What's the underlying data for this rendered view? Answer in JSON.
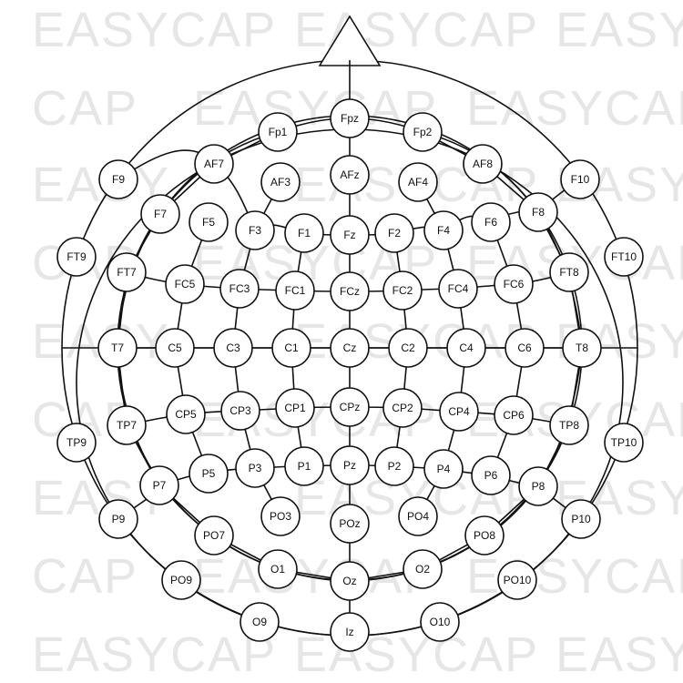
{
  "watermark": {
    "text_full": "EASYCAP",
    "text_left": "EASY",
    "text_right": "CAP"
  },
  "electrodes": [
    {
      "id": "Fpz"
    },
    {
      "id": "Fp1"
    },
    {
      "id": "Fp2"
    },
    {
      "id": "AF7"
    },
    {
      "id": "AF3"
    },
    {
      "id": "AFz"
    },
    {
      "id": "AF4"
    },
    {
      "id": "AF8"
    },
    {
      "id": "F9"
    },
    {
      "id": "F7"
    },
    {
      "id": "F5"
    },
    {
      "id": "F3"
    },
    {
      "id": "F1"
    },
    {
      "id": "Fz"
    },
    {
      "id": "F2"
    },
    {
      "id": "F4"
    },
    {
      "id": "F6"
    },
    {
      "id": "F8"
    },
    {
      "id": "F10"
    },
    {
      "id": "FT9"
    },
    {
      "id": "FT7"
    },
    {
      "id": "FC5"
    },
    {
      "id": "FC3"
    },
    {
      "id": "FC1"
    },
    {
      "id": "FCz"
    },
    {
      "id": "FC2"
    },
    {
      "id": "FC4"
    },
    {
      "id": "FC6"
    },
    {
      "id": "FT8"
    },
    {
      "id": "FT10"
    },
    {
      "id": "T7"
    },
    {
      "id": "C5"
    },
    {
      "id": "C3"
    },
    {
      "id": "C1"
    },
    {
      "id": "Cz"
    },
    {
      "id": "C2"
    },
    {
      "id": "C4"
    },
    {
      "id": "C6"
    },
    {
      "id": "T8"
    },
    {
      "id": "TP9"
    },
    {
      "id": "TP7"
    },
    {
      "id": "CP5"
    },
    {
      "id": "CP3"
    },
    {
      "id": "CP1"
    },
    {
      "id": "CPz"
    },
    {
      "id": "CP2"
    },
    {
      "id": "CP4"
    },
    {
      "id": "CP6"
    },
    {
      "id": "TP8"
    },
    {
      "id": "TP10"
    },
    {
      "id": "P9"
    },
    {
      "id": "P7"
    },
    {
      "id": "P5"
    },
    {
      "id": "P3"
    },
    {
      "id": "P1"
    },
    {
      "id": "Pz"
    },
    {
      "id": "P2"
    },
    {
      "id": "P4"
    },
    {
      "id": "P6"
    },
    {
      "id": "P8"
    },
    {
      "id": "P10"
    },
    {
      "id": "PO7"
    },
    {
      "id": "PO3"
    },
    {
      "id": "POz"
    },
    {
      "id": "PO4"
    },
    {
      "id": "PO8"
    },
    {
      "id": "PO9"
    },
    {
      "id": "O1"
    },
    {
      "id": "Oz"
    },
    {
      "id": "O2"
    },
    {
      "id": "PO10"
    },
    {
      "id": "O9"
    },
    {
      "id": "Iz"
    },
    {
      "id": "O10"
    }
  ]
}
